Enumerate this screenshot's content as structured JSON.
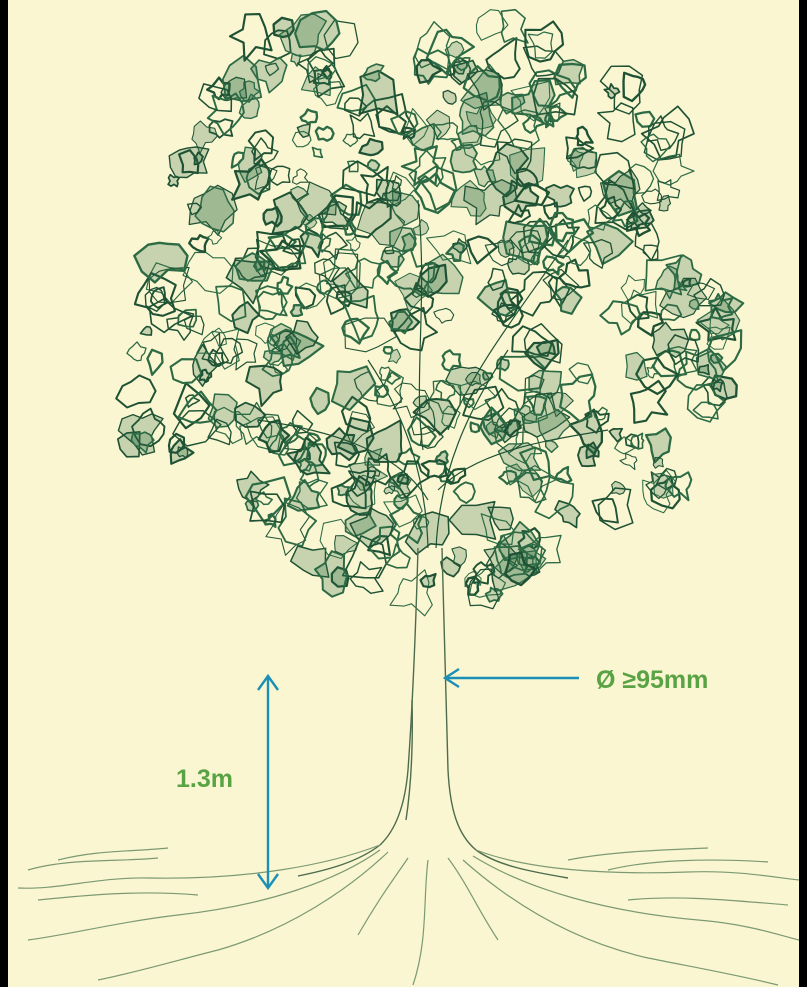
{
  "diagram": {
    "height_label": "1.3m",
    "diameter_label_prefix": "Ø ",
    "diameter_label_value": "≥95mm"
  },
  "colors": {
    "background": "#faf6d2",
    "outer_frame": "#000000",
    "foliage": "#2d6b45",
    "foliage_dark": "#1f5234",
    "trunk_roots": "#4d6b4d",
    "roots_light": "#7b9a72",
    "arrow": "#1b8fb5",
    "label_text": "#5aa345"
  }
}
